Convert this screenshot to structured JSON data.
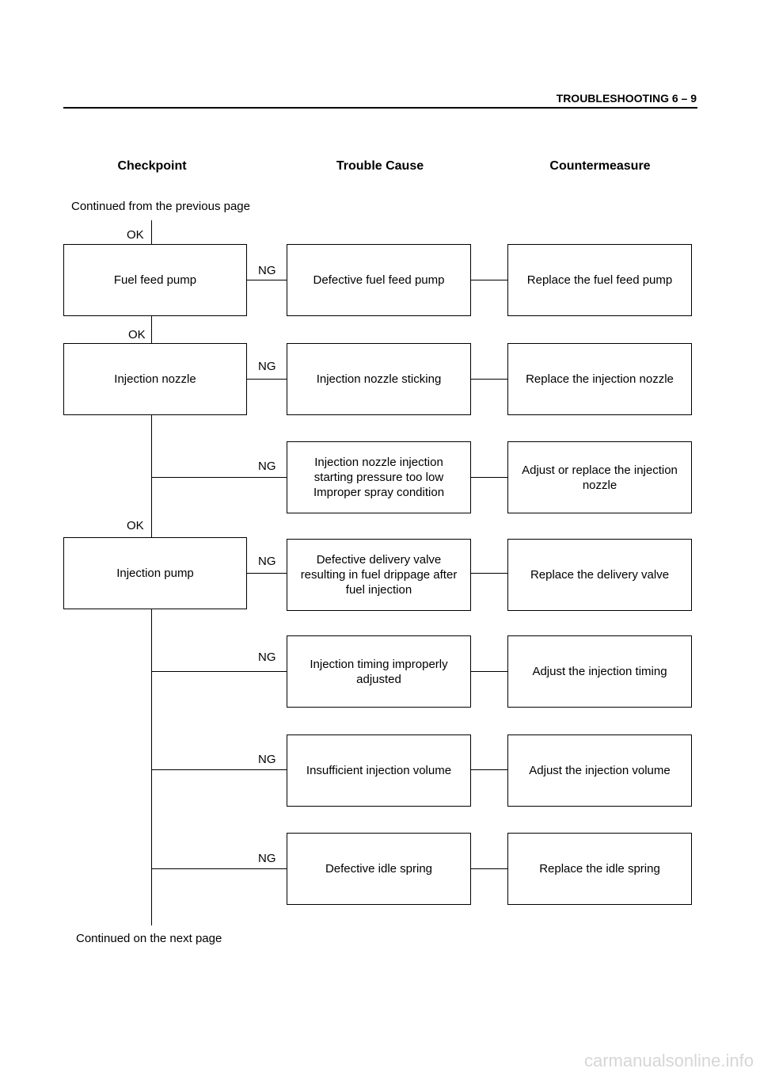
{
  "header": {
    "title": "TROUBLESHOOTING  6 – 9"
  },
  "columns": {
    "checkpoint": "Checkpoint",
    "cause": "Trouble Cause",
    "countermeasure": "Countermeasure"
  },
  "notes": {
    "continued_from": "Continued from the previous page",
    "continued_on": "Continued on the next page"
  },
  "labels": {
    "ok": "OK",
    "ng": "NG"
  },
  "checkpoints": [
    "Fuel feed pump",
    "Injection nozzle",
    "Injection pump"
  ],
  "rows": [
    {
      "cause": "Defective fuel feed pump",
      "measure": "Replace the fuel feed pump"
    },
    {
      "cause": "Injection nozzle sticking",
      "measure": "Replace the injection nozzle"
    },
    {
      "cause": "Injection nozzle injection\nstarting pressure too low\nImproper spray condition",
      "measure": "Adjust or replace the injection\nnozzle"
    },
    {
      "cause": "Defective delivery valve\nresulting in fuel drippage after\nfuel injection",
      "measure": "Replace the delivery valve"
    },
    {
      "cause": "Injection timing improperly\nadjusted",
      "measure": "Adjust the injection timing"
    },
    {
      "cause": "Insufficient injection volume",
      "measure": "Adjust the injection volume"
    },
    {
      "cause": "Defective idle spring",
      "measure": "Replace the idle spring"
    }
  ],
  "watermark": "carmanualsonline.info"
}
